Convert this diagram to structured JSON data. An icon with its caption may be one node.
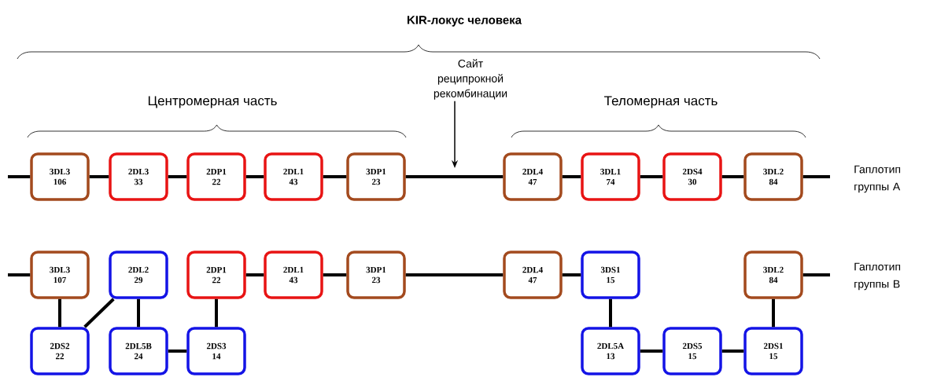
{
  "diagram": {
    "title": "KIR-локус человека",
    "nodes": [
      {
        "text": [
          "Сайт реципрокной рекомбинации"
        ]
      },
      {
        "text": [
          "3DL3",
          "106"
        ]
      },
      {
        "text": [
          "2DL3",
          "33"
        ]
      },
      {
        "text": [
          "2DP1",
          "22"
        ]
      },
      {
        "text": [
          "2DL1",
          "43"
        ]
      },
      {
        "text": [
          "3DP1",
          "23"
        ]
      },
      {
        "text": [
          "2DL4",
          "47"
        ]
      },
      {
        "text": [
          "3DL1",
          "74"
        ]
      },
      {
        "text": [
          "2DS4",
          "30"
        ]
      },
      {
        "text": [
          "3DL2",
          "84"
        ]
      },
      {
        "text": [
          "3DL3",
          "107"
        ]
      },
      {
        "text": [
          "2DL2",
          "29"
        ]
      },
      {
        "text": [
          "2DP1",
          "22"
        ]
      },
      {
        "text": [
          "2DL1",
          "43"
        ]
      },
      {
        "text": [
          "3DP1",
          "23"
        ]
      },
      {
        "text": [
          "2DL4",
          "47"
        ]
      },
      {
        "text": [
          "3DS1",
          "15"
        ]
      },
      {
        "text": [
          "3DL2",
          "84"
        ]
      },
      {
        "text": [
          "2DS2",
          "22"
        ]
      },
      {
        "text": [
          "2DL5B",
          "24"
        ]
      },
      {
        "text": [
          "2DS3",
          "14"
        ]
      },
      {
        "text": [
          "2DL5A",
          "13"
        ]
      },
      {
        "text": [
          "2DS5",
          "15"
        ]
      },
      {
        "text": [
          "2DS1",
          "15"
        ]
      }
    ],
    "edges": [
      {
        "from": 0,
        "to": null,
        "arrow": "to"
      },
      {
        "from": null,
        "to": 1,
        "arrow": "none"
      },
      {
        "from": 1,
        "to": 2,
        "arrow": "none"
      },
      {
        "from": 2,
        "to": 3,
        "arrow": "none"
      },
      {
        "from": 3,
        "to": 4,
        "arrow": "none"
      },
      {
        "from": 4,
        "to": 5,
        "arrow": "none"
      },
      {
        "from": 5,
        "to": 6,
        "arrow": "none"
      },
      {
        "from": 6,
        "to": 7,
        "arrow": "none"
      },
      {
        "from": 7,
        "to": 8,
        "arrow": "none"
      },
      {
        "from": 8,
        "to": 9,
        "arrow": "none"
      },
      {
        "from": 9,
        "to": null,
        "arrow": "none"
      },
      {
        "from": null,
        "to": 10,
        "arrow": "none"
      },
      {
        "from": 10,
        "to": 18,
        "arrow": "none"
      },
      {
        "from": 11,
        "to": 18,
        "arrow": "none"
      },
      {
        "from": 11,
        "to": 19,
        "arrow": "none"
      },
      {
        "from": 12,
        "to": 20,
        "arrow": "none"
      },
      {
        "from": 19,
        "to": 20,
        "arrow": "none"
      },
      {
        "from": 12,
        "to": 13,
        "arrow": "none"
      },
      {
        "from": 13,
        "to": 14,
        "arrow": "none"
      },
      {
        "from": 14,
        "to": 15,
        "arrow": "none"
      },
      {
        "from": 15,
        "to": 16,
        "arrow": "none"
      },
      {
        "from": 16,
        "to": 21,
        "arrow": "none"
      },
      {
        "from": 21,
        "to": 22,
        "arrow": "none"
      },
      {
        "from": 22,
        "to": 23,
        "arrow": "none"
      },
      {
        "from": 23,
        "to": 17,
        "arrow": "none"
      },
      {
        "from": 17,
        "to": null,
        "arrow": "none"
      }
    ],
    "labels": [
      "Центромерная часть",
      "Теломерная часть",
      "Гаплотип группы А",
      "Гаплотип группы В"
    ]
  }
}
